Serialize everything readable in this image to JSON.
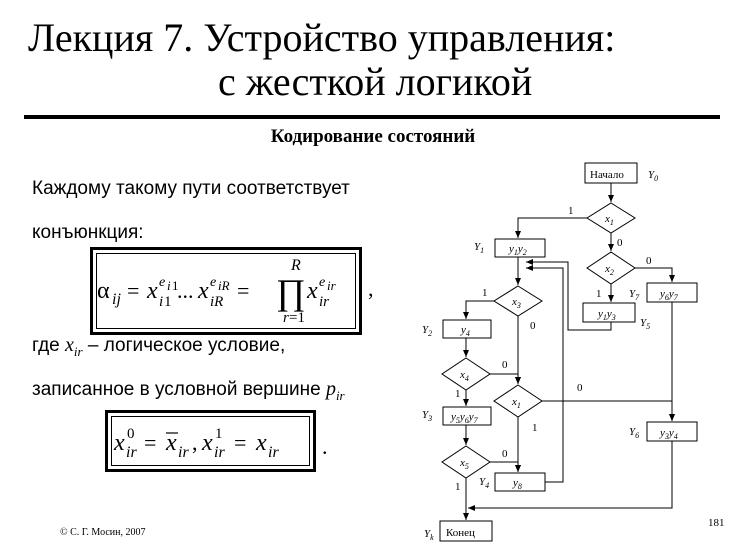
{
  "header": {
    "title_line1": "Лекция 7.  Устройство управления:",
    "title_line2": "с жесткой логикой",
    "subtitle": "Кодирование состояний"
  },
  "text": {
    "line1": "Каждому такому пути соответствует",
    "line2": "конъюнкция:",
    "where_prefix": "где ",
    "where_suffix": " – логическое условие,",
    "line_written": "записанное в условной вершине ",
    "comma": ",",
    "period": "."
  },
  "footer": {
    "copyright": "© С. Г. Мосин, 2007",
    "page_number": "181"
  },
  "flowchart": {
    "start_label": "Начало",
    "end_label": "Конец",
    "states": [
      "Y0",
      "Y1",
      "Y2",
      "Y3",
      "Y4",
      "Y5",
      "Y6",
      "Y7",
      "Yk"
    ],
    "conditions": [
      "x1",
      "x2",
      "x3",
      "x4",
      "x1",
      "x5"
    ],
    "edge_labels": [
      "0",
      "1"
    ]
  }
}
